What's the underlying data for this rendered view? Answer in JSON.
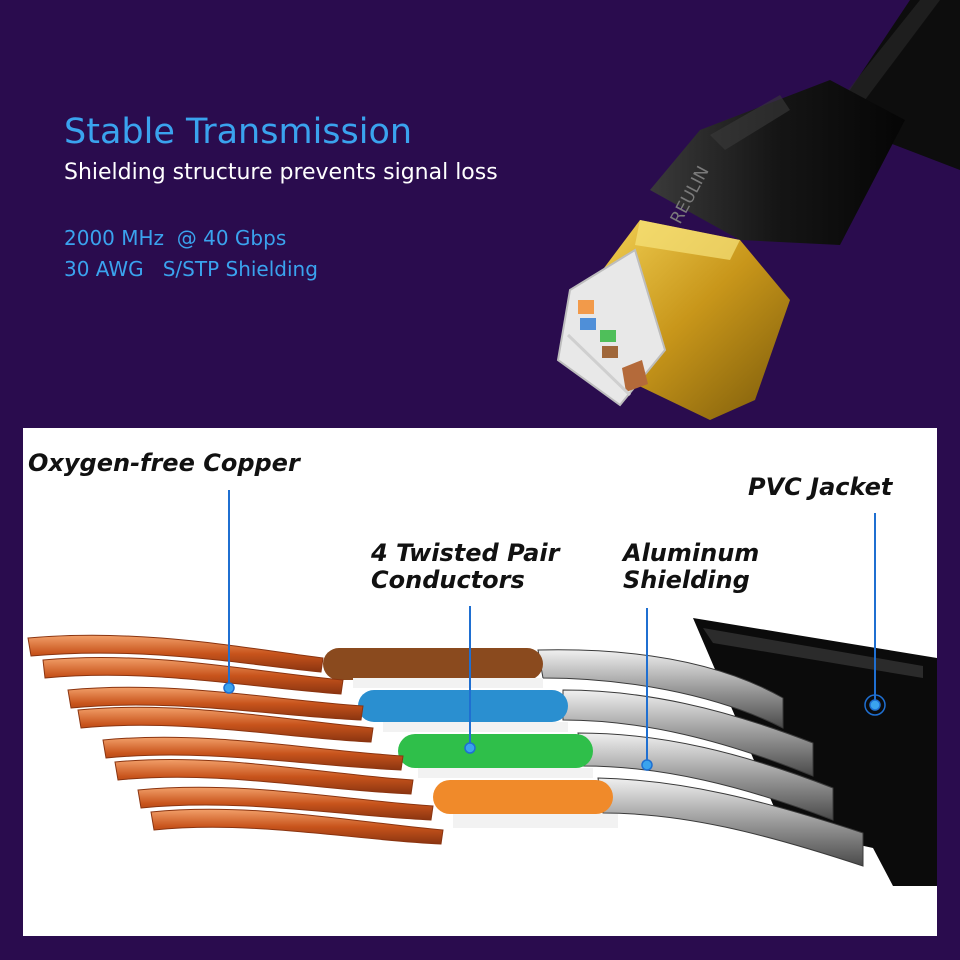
{
  "header": {
    "title": "Stable Transmission",
    "subtitle": "Shielding structure prevents signal loss",
    "spec_line_1": "2000 MHz  @ 40 Gbps",
    "spec_line_2": "30 AWG   S/STP Shielding"
  },
  "connector": {
    "brand": "REULIN"
  },
  "diagram": {
    "labels": {
      "copper": "Oxygen-free Copper",
      "twisted_line1": "4 Twisted Pair",
      "twisted_line2": "Conductors",
      "aluminum_line1": "Aluminum",
      "aluminum_line2": "Shielding",
      "jacket": "PVC Jacket"
    }
  },
  "colors": {
    "background": "#2a0c4e",
    "accent_text": "#3aa3ee",
    "copper": "#d4682a",
    "wire_brown": "#8a4a1e",
    "wire_blue": "#2a8fd0",
    "wire_green": "#2fbf4a",
    "wire_orange": "#f08a2a",
    "gold": "#e0b21e"
  }
}
